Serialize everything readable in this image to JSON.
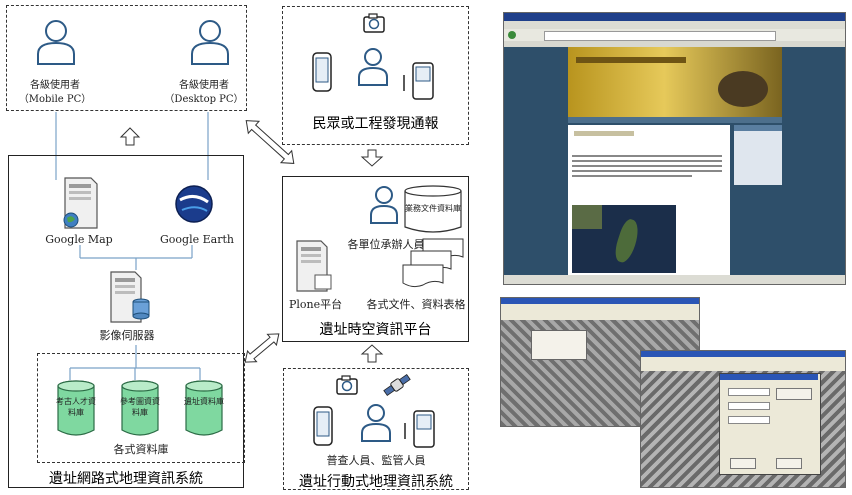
{
  "users": {
    "mobile_label": "各級使用者",
    "mobile_sub": "（Mobile PC）",
    "desktop_label": "各級使用者",
    "desktop_sub": "（Desktop PC）"
  },
  "report": {
    "title": "民眾或工程發現通報"
  },
  "webgis": {
    "google_map": "Google Map",
    "google_earth": "Google Earth",
    "image_server": "影像伺服器",
    "db_label": "各式資料庫",
    "db_items": [
      "考古人才資料庫",
      "參考圖資資料庫",
      "遺址資料庫"
    ],
    "title": "遺址網路式地理資訊系統"
  },
  "platform": {
    "db_label": "業務文件資料庫",
    "staff_label": "各單位承辦人員",
    "plone_label": "Plone平台",
    "forms_label": "各式文件、資料表格",
    "title": "遺址時空資訊平台"
  },
  "mobile_gis": {
    "staff_label": "普查人員、監管人員",
    "title": "遺址行動式地理資訊系統"
  }
}
